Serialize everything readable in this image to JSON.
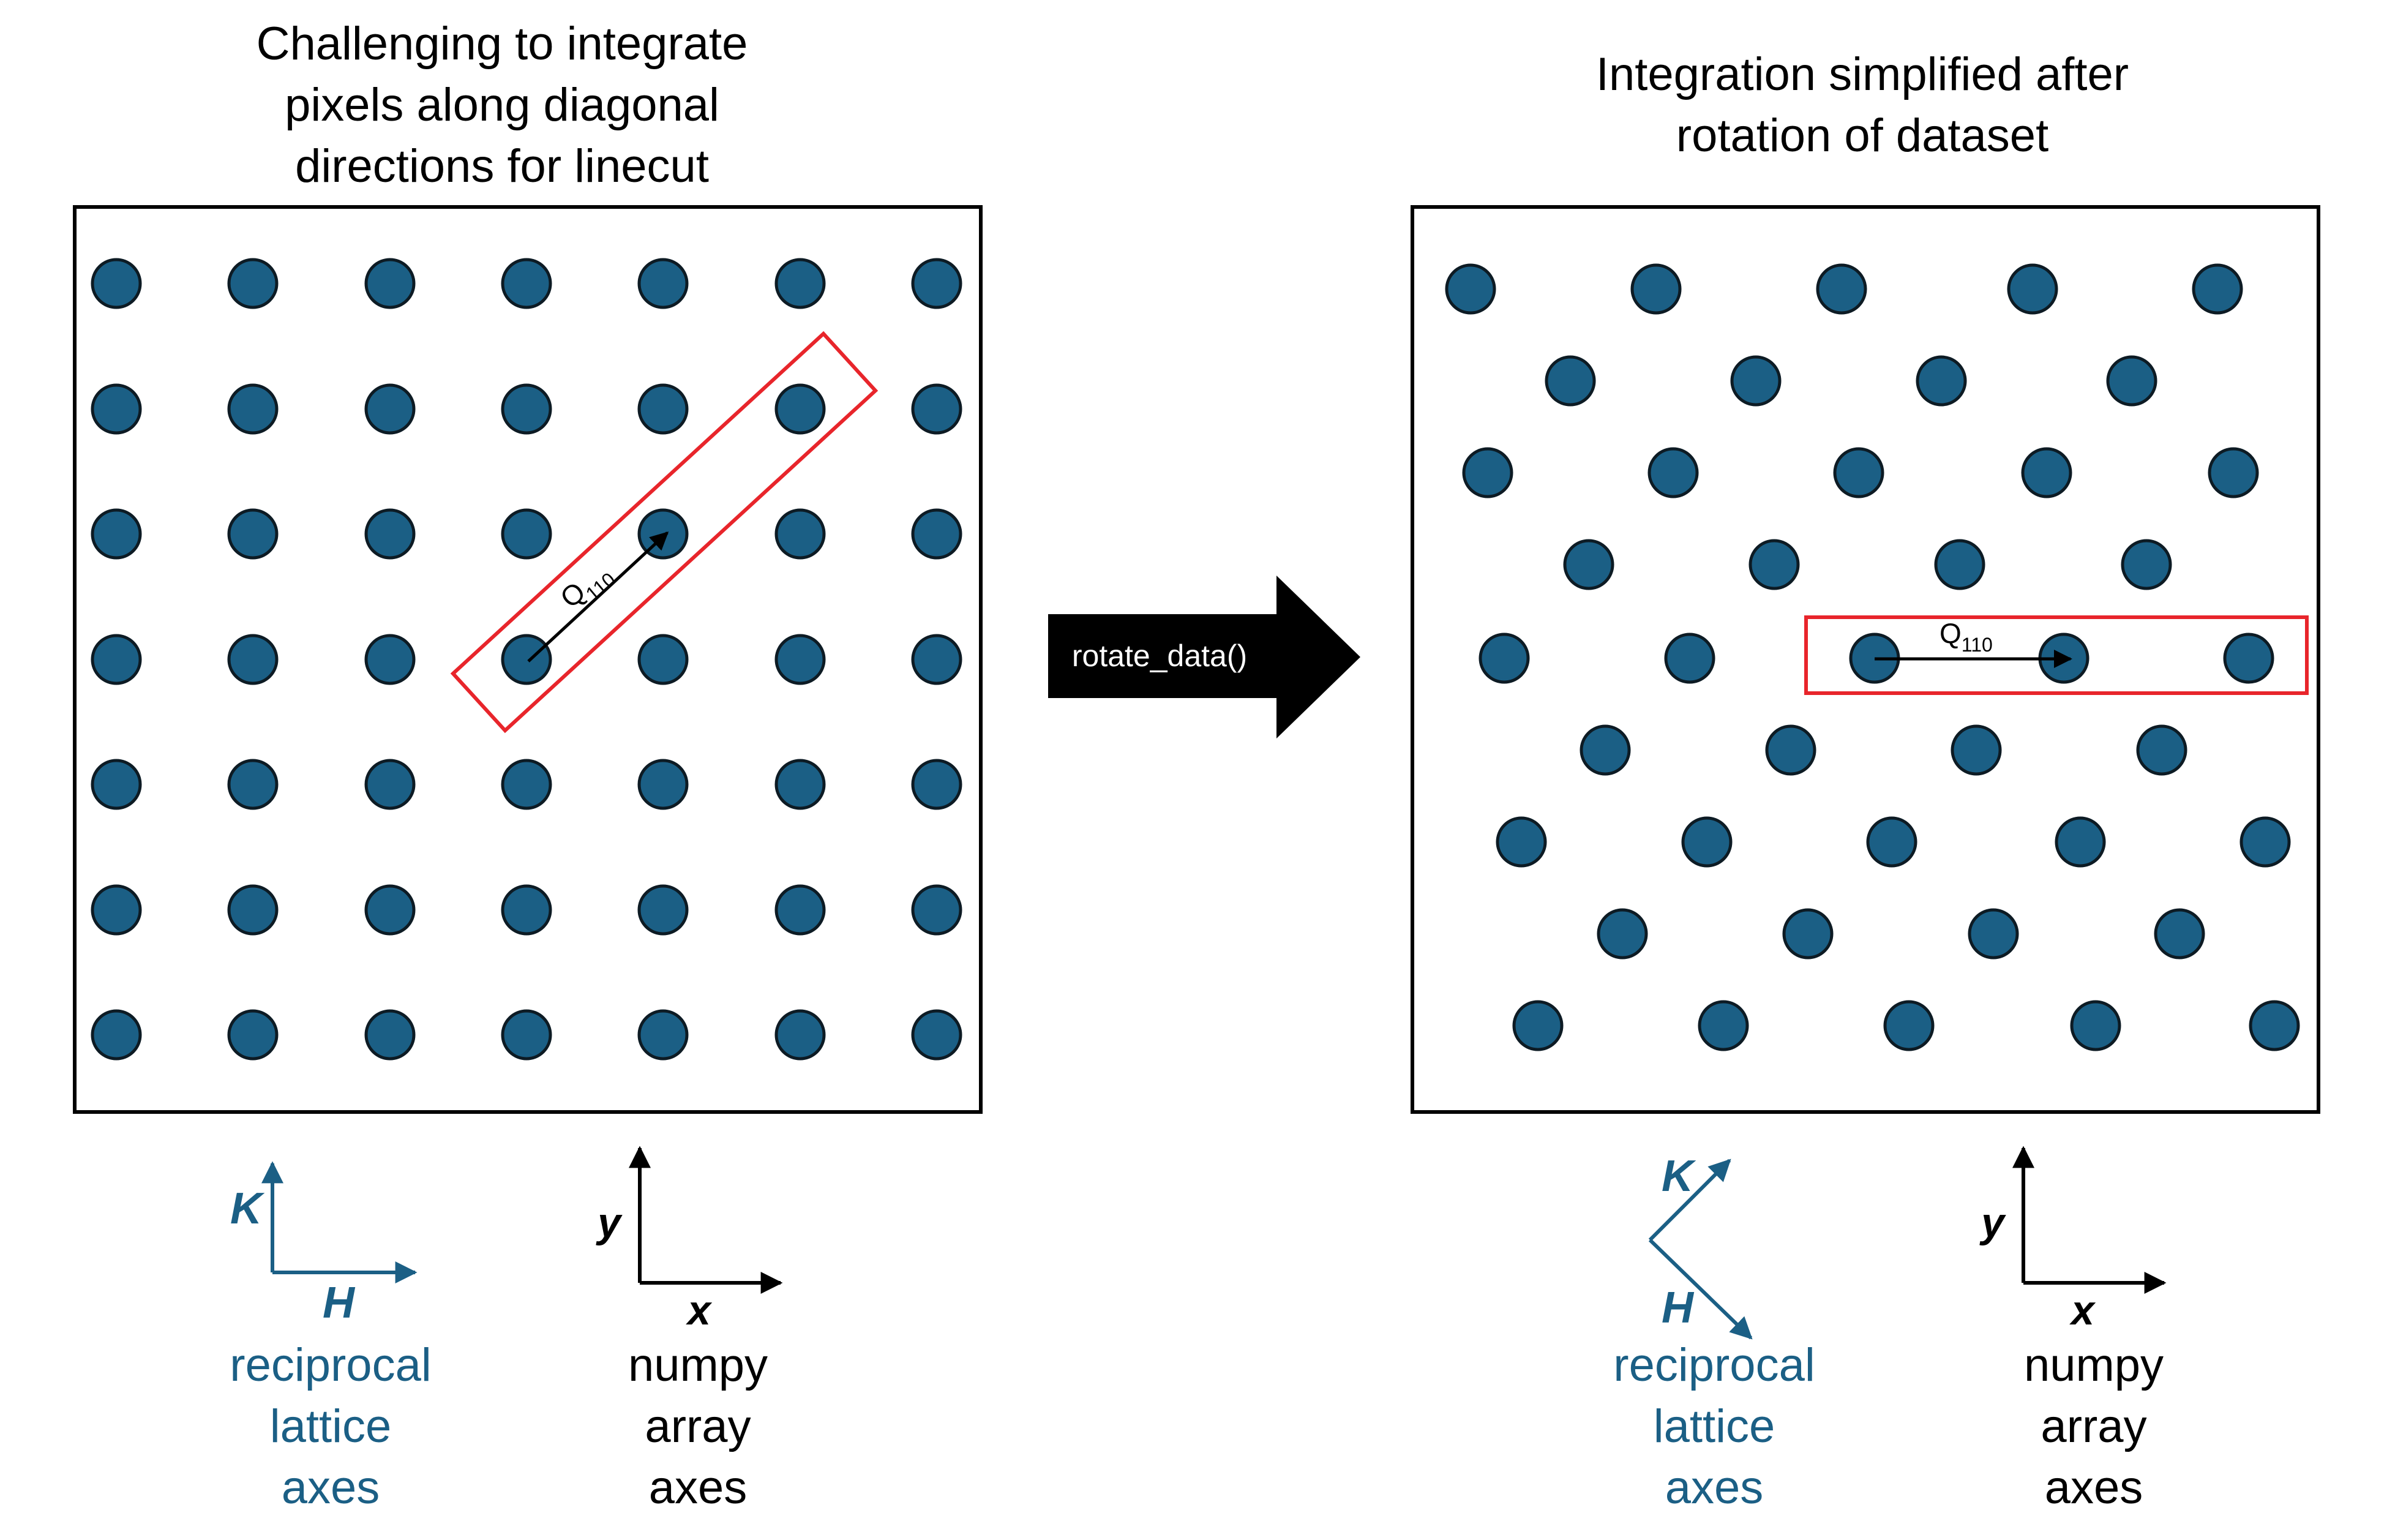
{
  "left_panel": {
    "title_lines": [
      "Challenging to integrate",
      "pixels along diagonal",
      "directions for linecut"
    ],
    "vector_label": "Q",
    "vector_subscript": "110",
    "axes": {
      "reciprocal": {
        "vertical": "K",
        "horizontal": "H",
        "caption_lines": [
          "reciprocal",
          "lattice",
          "axes"
        ]
      },
      "numpy": {
        "vertical": "y",
        "horizontal": "x",
        "caption_lines": [
          "numpy",
          "array",
          "axes"
        ]
      }
    }
  },
  "arrow": {
    "label": "rotate_data()"
  },
  "right_panel": {
    "title_lines": [
      "Integration simplified after",
      "rotation of dataset"
    ],
    "vector_label": "Q",
    "vector_subscript": "110",
    "axes": {
      "reciprocal": {
        "vertical": "K",
        "horizontal": "H",
        "caption_lines": [
          "reciprocal",
          "lattice",
          "axes"
        ]
      },
      "numpy": {
        "vertical": "y",
        "horizontal": "x",
        "caption_lines": [
          "numpy",
          "array",
          "axes"
        ]
      }
    }
  },
  "colors": {
    "dot_fill": "#1b5f85",
    "dot_stroke": "#0d1b24",
    "highlight_box": "#e8252b",
    "reciprocal_axes": "#1b5f85",
    "numpy_axes": "#000000",
    "arrow_fill": "#000000",
    "arrow_text": "#ffffff"
  },
  "icons": {
    "process_arrow": "right-arrow-icon"
  }
}
